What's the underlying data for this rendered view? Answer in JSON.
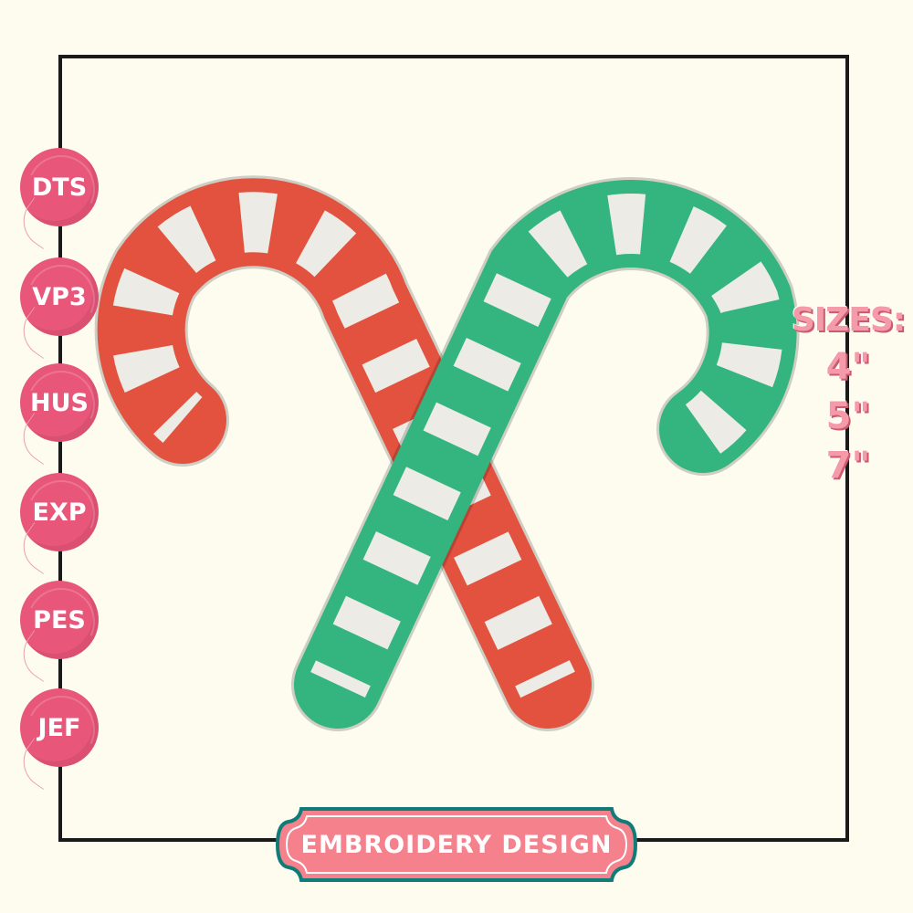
{
  "formats": [
    "DTS",
    "VP3",
    "HUS",
    "EXP",
    "PES",
    "JEF"
  ],
  "sizes": {
    "label": "SIZES:",
    "values": [
      "4\"",
      "5\"",
      "7\""
    ]
  },
  "label": "EMBROIDERY DESIGN",
  "colors": {
    "background": "#fdfcef",
    "frame": "#1a1a1a",
    "badge": "#e8567a",
    "red_cane": "#e2523f",
    "green_cane": "#34b47f",
    "stripe": "#ecebe6",
    "banner_fill": "#f4818c",
    "banner_border": "#0f7c78"
  }
}
